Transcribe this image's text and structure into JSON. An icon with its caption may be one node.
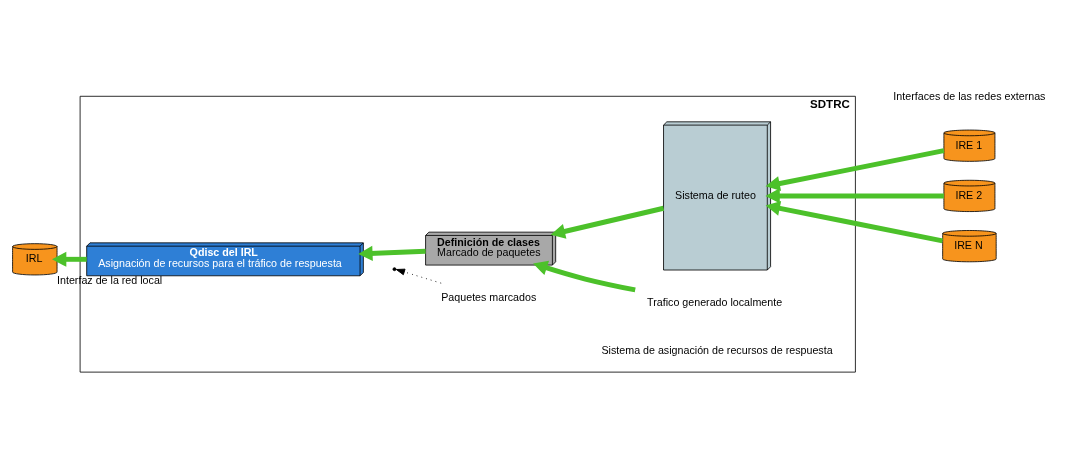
{
  "diagram": {
    "nodes": [
      {
        "text": [
          "SDTRC"
        ]
      },
      {
        "text": [
          "Qdisc del IRL",
          "Asignación de recursos para el tráfico de respuesta"
        ],
        "in": 0
      },
      {
        "text": [
          "Definición de clases",
          "Marcado de paquetes"
        ],
        "in": 0
      },
      {
        "text": [
          "Sistema de ruteo"
        ],
        "in": 0
      },
      {
        "text": [
          "IRL"
        ],
        "beside": [
          "Interfaz de la red local"
        ]
      },
      {
        "text": [
          "IRE 1"
        ]
      },
      {
        "text": [
          "IRE 2"
        ]
      },
      {
        "text": [
          "IRE N"
        ]
      },
      {
        "text": [
          "Trafico generado localmente"
        ],
        "in": 0
      },
      {
        "text": [
          "Paquetes marcados"
        ],
        "in": 0
      }
    ],
    "edges": [
      {
        "from": 5,
        "to": 3,
        "arrow": "to"
      },
      {
        "from": 6,
        "to": 3,
        "arrow": "to"
      },
      {
        "from": 7,
        "to": 3,
        "arrow": "to"
      },
      {
        "from": 3,
        "to": 2,
        "arrow": "to"
      },
      {
        "from": 8,
        "to": 2,
        "arrow": "to"
      },
      {
        "from": 2,
        "to": 1,
        "arrow": "to"
      },
      {
        "from": 1,
        "to": 4,
        "arrow": "to"
      },
      {
        "from": 9,
        "to": null,
        "arrow": "to",
        "style": "dashed",
        "color": "#000000"
      }
    ],
    "labels": [
      "Interfaces de las redes externas",
      "Sistema de asignación de recursos de respuesta"
    ]
  }
}
